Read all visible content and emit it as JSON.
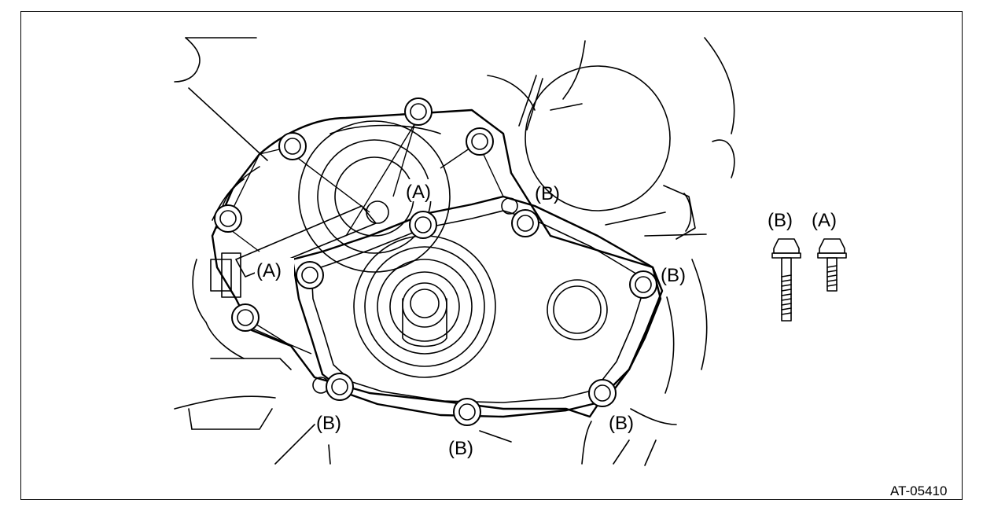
{
  "figure_code": "AT-05410",
  "callouts": {
    "a_top": "(A)",
    "a_left": "(A)",
    "b_top": "(B)",
    "b_right": "(B)",
    "b_bottom_left": "(B)",
    "b_bottom_center": "(B)",
    "b_bottom_right": "(B)"
  },
  "legend": {
    "bolt_b_label": "(B)",
    "bolt_a_label": "(A)"
  },
  "colors": {
    "line": "#000000",
    "background": "#ffffff"
  }
}
